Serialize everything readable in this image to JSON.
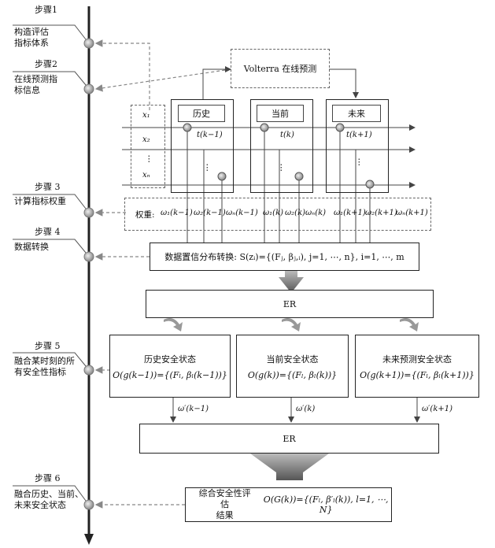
{
  "steps": [
    {
      "label": "步骤1",
      "desc": [
        "构造评估",
        "指标体系"
      ]
    },
    {
      "label": "步骤2",
      "desc": [
        "在线预测指",
        "标信息"
      ]
    },
    {
      "label": "步骤 3",
      "desc": [
        "计算指标权重"
      ]
    },
    {
      "label": "步骤 4",
      "desc": [
        "数据转换"
      ]
    },
    {
      "label": "步骤 5",
      "desc": [
        "融合某时刻的所",
        "有安全性指标"
      ]
    },
    {
      "label": "步骤 6",
      "desc": [
        "融合历史、当前、",
        "未来安全状态"
      ]
    }
  ],
  "volterra": "Volterra 在线预测",
  "indicators": [
    "x₁",
    "x₂",
    "⋮",
    "xₙ"
  ],
  "time_boxes": [
    {
      "title": "历史",
      "time": "t(k−1)"
    },
    {
      "title": "当前",
      "time": "t(k)"
    },
    {
      "title": "未来",
      "time": "t(k+1)"
    }
  ],
  "weights_label": "权重:",
  "weights": [
    "ω₁(k−1)",
    "ω₂(k−1)",
    "ωₙ(k−1)",
    "ω₁(k)",
    "ω₂(k)",
    "ωₙ(k)",
    "ω₁(k+1)",
    "ω₂(k+1)",
    "ωₙ(k+1)"
  ],
  "transform": "数据置信分布转换: S(zᵢ)={(Fⱼ, βⱼ,ᵢ), j=1, ⋯, n}, i=1, ⋯, m",
  "er1": "ER",
  "states": [
    {
      "title": "历史安全状态",
      "formula": "O(g(k−1))={(Fₗ, βₗ(k−1))}"
    },
    {
      "title": "当前安全状态",
      "formula": "O(g(k))={(Fₗ, βₗ(k))}"
    },
    {
      "title": "未来预测安全状态",
      "formula": "O(g(k+1))={(Fₗ, βₗ(k+1))}"
    }
  ],
  "state_weights": [
    "ω′(k−1)",
    "ω′(k)",
    "ω′(k+1)"
  ],
  "er2": "ER",
  "final": {
    "title_line1": "综合安全性评估",
    "title_line2": "结果",
    "formula": "O(G(k))={(Fₗ, β′ₗ(k)), l=1, ⋯, N}"
  }
}
